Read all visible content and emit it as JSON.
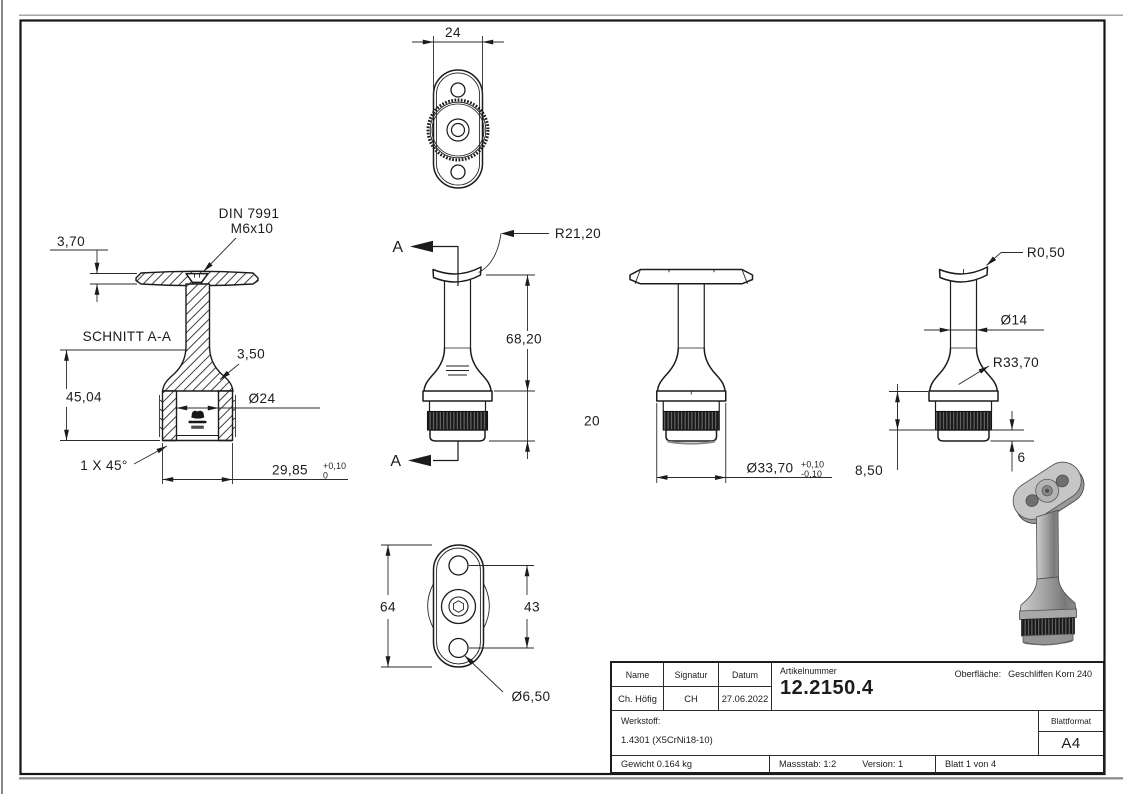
{
  "colors": {
    "line": "#1c1c1c",
    "knurl_dark": "#161616"
  },
  "views": {
    "top": {
      "width": "24"
    },
    "section": {
      "title": "SCHNITT A-A",
      "flange_thickness": "3,70",
      "screw_note_1": "DIN 7991",
      "screw_note_2": "M6x10",
      "wall_thickness": "3,50",
      "height": "45,04",
      "bore_diameter": "Ø24",
      "chamfer": "1 X 45°",
      "outer_width": "29,85",
      "outer_tol_upper": "+0,10",
      "outer_tol_lower": "0"
    },
    "front": {
      "cut_label_top": "A",
      "cut_label_bottom": "A",
      "saddle_radius": "R21,20",
      "height": "68,20",
      "base_height": "20"
    },
    "side": {
      "base_diameter": "Ø33,70",
      "tol_upper": "+0,10",
      "tol_lower": "-0,10"
    },
    "detail": {
      "edge_radius": "R0,50",
      "stem_diameter": "Ø14",
      "bell_radius": "R33,70",
      "collar_height": "8,50",
      "bottom_height": "6"
    },
    "bottom": {
      "flange_length": "64",
      "hole_spacing": "43",
      "hole_diameter": "Ø6,50"
    }
  },
  "title_block": {
    "headers": {
      "name": "Name",
      "signature": "Signatur",
      "date": "Datum",
      "article": "Artikelnummer",
      "surface": "Oberfläche:",
      "material": "Werkstoff:",
      "sheet_format": "Blattformat"
    },
    "values": {
      "name": "Ch. Höfig",
      "signature": "CH",
      "date": "27.06.2022",
      "article_number": "12.2150.4",
      "surface": "Geschliffen Korn 240",
      "material": "1.4301 (X5CrNi18-10)",
      "sheet_format": "A4",
      "weight": "Gewicht 0.164 kg",
      "scale": "Massstab: 1:2",
      "version": "Version: 1",
      "sheet": "Blatt 1 von 4"
    }
  }
}
